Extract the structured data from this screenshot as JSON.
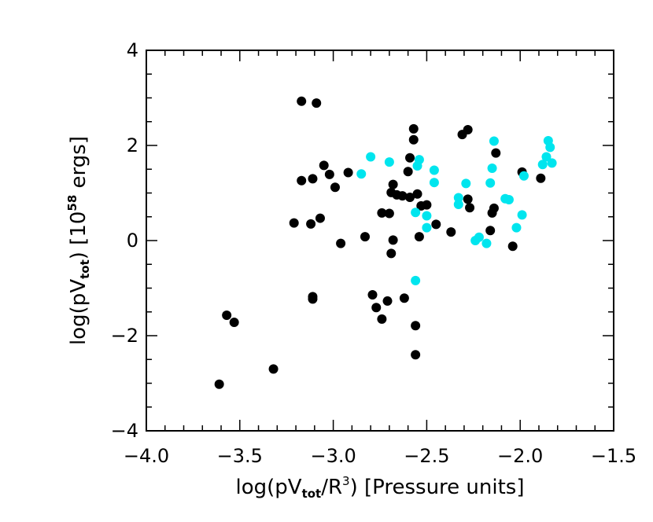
{
  "chart_data": {
    "type": "scatter",
    "title": "",
    "xlabel": {
      "text": "log(pV",
      "sub": "tot",
      "mid": "/R",
      "sup": "3",
      "tail": ") [Pressure units]"
    },
    "ylabel": {
      "text": "log(pV",
      "sub": "tot",
      "mid": ")  [10",
      "sup": "58",
      "tail": " ergs]"
    },
    "xlim": [
      -4.0,
      -1.5
    ],
    "ylim": [
      -4,
      4
    ],
    "xticks": [
      -4.0,
      -3.5,
      -3.0,
      -2.5,
      -2.0,
      -1.5
    ],
    "xtick_labels": [
      "−4.0",
      "−3.5",
      "−3.0",
      "−2.5",
      "−2.0",
      "−1.5"
    ],
    "yticks": [
      -4,
      -2,
      0,
      2,
      4
    ],
    "ytick_labels": [
      "−4",
      "−2",
      "0",
      "2",
      "4"
    ],
    "grid": false,
    "series": [
      {
        "color": "#000000",
        "points": [
          [
            -3.17,
            2.93
          ],
          [
            -3.09,
            2.89
          ],
          [
            -2.57,
            2.35
          ],
          [
            -2.57,
            2.12
          ],
          [
            -2.31,
            2.23
          ],
          [
            -2.28,
            2.33
          ],
          [
            -2.13,
            1.84
          ],
          [
            -1.99,
            1.44
          ],
          [
            -1.89,
            1.31
          ],
          [
            -3.05,
            1.58
          ],
          [
            -3.02,
            1.39
          ],
          [
            -3.11,
            1.3
          ],
          [
            -3.17,
            1.26
          ],
          [
            -2.99,
            1.12
          ],
          [
            -2.92,
            1.43
          ],
          [
            -2.59,
            1.74
          ],
          [
            -2.6,
            1.45
          ],
          [
            -2.68,
            1.18
          ],
          [
            -2.69,
            1.01
          ],
          [
            -2.66,
            0.96
          ],
          [
            -2.63,
            0.94
          ],
          [
            -2.59,
            0.91
          ],
          [
            -2.55,
            0.98
          ],
          [
            -2.53,
            0.73
          ],
          [
            -2.5,
            0.75
          ],
          [
            -2.28,
            0.87
          ],
          [
            -2.27,
            0.69
          ],
          [
            -2.15,
            0.58
          ],
          [
            -2.14,
            0.68
          ],
          [
            -2.16,
            0.21
          ],
          [
            -2.04,
            -0.12
          ],
          [
            -2.74,
            0.58
          ],
          [
            -2.7,
            0.57
          ],
          [
            -3.21,
            0.37
          ],
          [
            -3.12,
            0.35
          ],
          [
            -3.07,
            0.47
          ],
          [
            -2.83,
            0.08
          ],
          [
            -2.68,
            0.01
          ],
          [
            -2.69,
            -0.27
          ],
          [
            -2.45,
            0.34
          ],
          [
            -2.37,
            0.18
          ],
          [
            -2.54,
            0.08
          ],
          [
            -2.96,
            -0.06
          ],
          [
            -2.79,
            -1.14
          ],
          [
            -2.77,
            -1.41
          ],
          [
            -2.71,
            -1.27
          ],
          [
            -2.62,
            -1.21
          ],
          [
            -2.74,
            -1.65
          ],
          [
            -3.11,
            -1.18
          ],
          [
            -3.11,
            -1.23
          ],
          [
            -2.56,
            -1.79
          ],
          [
            -2.56,
            -2.4
          ],
          [
            -3.57,
            -1.57
          ],
          [
            -3.53,
            -1.72
          ],
          [
            -3.32,
            -2.7
          ],
          [
            -3.61,
            -3.02
          ]
        ]
      },
      {
        "color": "#00e5ee",
        "points": [
          [
            -2.8,
            1.76
          ],
          [
            -2.85,
            1.4
          ],
          [
            -2.7,
            1.65
          ],
          [
            -2.54,
            1.7
          ],
          [
            -2.55,
            1.57
          ],
          [
            -2.46,
            1.48
          ],
          [
            -2.46,
            1.22
          ],
          [
            -2.33,
            0.9
          ],
          [
            -2.33,
            0.76
          ],
          [
            -2.29,
            1.2
          ],
          [
            -2.14,
            2.09
          ],
          [
            -2.15,
            1.52
          ],
          [
            -2.16,
            1.21
          ],
          [
            -2.08,
            0.88
          ],
          [
            -2.06,
            0.86
          ],
          [
            -1.85,
            2.1
          ],
          [
            -1.84,
            1.96
          ],
          [
            -1.86,
            1.76
          ],
          [
            -1.88,
            1.6
          ],
          [
            -1.83,
            1.63
          ],
          [
            -1.98,
            1.36
          ],
          [
            -1.99,
            0.54
          ],
          [
            -2.02,
            0.27
          ],
          [
            -2.56,
            0.59
          ],
          [
            -2.5,
            0.52
          ],
          [
            -2.5,
            0.27
          ],
          [
            -2.22,
            0.07
          ],
          [
            -2.24,
            0.0
          ],
          [
            -2.18,
            -0.06
          ],
          [
            -2.56,
            -0.84
          ]
        ]
      }
    ]
  }
}
